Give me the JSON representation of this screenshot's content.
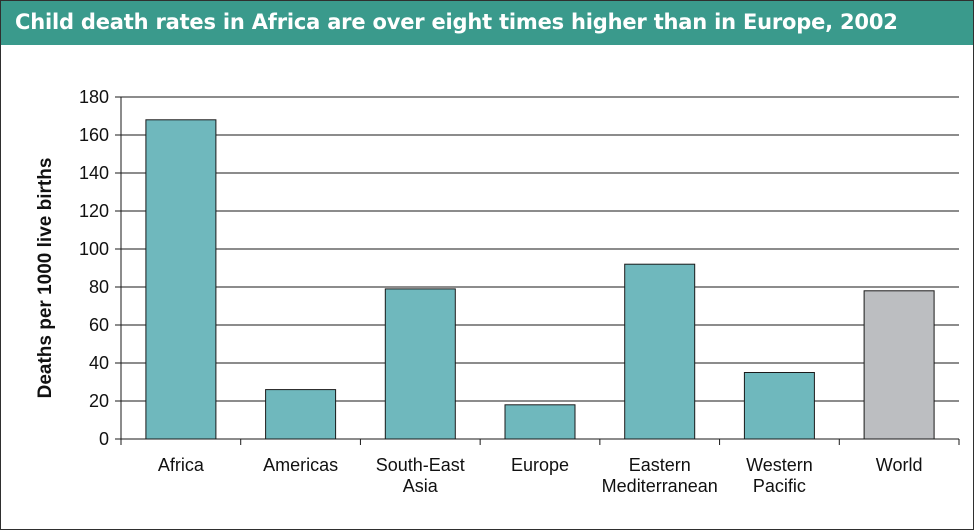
{
  "title": "Child death rates in Africa are over eight times higher than in Europe, 2002",
  "colors": {
    "header_bg": "#3a9a8c",
    "bar_region": "#6fb8bd",
    "bar_world": "#bcbec1",
    "bar_stroke": "#1a1a1a",
    "grid": "#1a1a1a"
  },
  "chart_data": {
    "type": "bar",
    "title": "Child death rates in Africa are over eight times higher than in Europe, 2002",
    "xlabel": "",
    "ylabel": "Deaths per 1000 live births",
    "ylim": [
      0,
      180
    ],
    "yticks": [
      0,
      20,
      40,
      60,
      80,
      100,
      120,
      140,
      160,
      180
    ],
    "grid": true,
    "categories": [
      [
        "Africa"
      ],
      [
        "Americas"
      ],
      [
        "South-East",
        "Asia"
      ],
      [
        "Europe"
      ],
      [
        "Eastern",
        "Mediterranean"
      ],
      [
        "Western",
        "Pacific"
      ],
      [
        "World"
      ]
    ],
    "values": [
      168,
      26,
      79,
      18,
      92,
      35,
      78
    ],
    "highlight": [
      false,
      false,
      false,
      false,
      false,
      false,
      true
    ]
  }
}
